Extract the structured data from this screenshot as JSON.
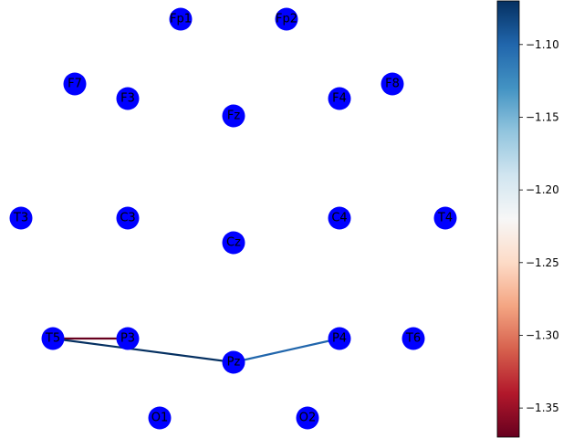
{
  "graph": {
    "node_color": "#0000ff",
    "nodes": [
      {
        "id": "Fp1",
        "label": "Fp1"
      },
      {
        "id": "Fp2",
        "label": "Fp2"
      },
      {
        "id": "F7",
        "label": "F7"
      },
      {
        "id": "F3",
        "label": "F3"
      },
      {
        "id": "Fz",
        "label": "Fz"
      },
      {
        "id": "F4",
        "label": "F4"
      },
      {
        "id": "F8",
        "label": "F8"
      },
      {
        "id": "T3",
        "label": "T3"
      },
      {
        "id": "C3",
        "label": "C3"
      },
      {
        "id": "Cz",
        "label": "Cz"
      },
      {
        "id": "C4",
        "label": "C4"
      },
      {
        "id": "T4",
        "label": "T4"
      },
      {
        "id": "T5",
        "label": "T5"
      },
      {
        "id": "P3",
        "label": "P3"
      },
      {
        "id": "Pz",
        "label": "Pz"
      },
      {
        "id": "P4",
        "label": "P4"
      },
      {
        "id": "T6",
        "label": "T6"
      },
      {
        "id": "O1",
        "label": "O1"
      },
      {
        "id": "O2",
        "label": "O2"
      }
    ],
    "edges": [
      {
        "source": "T5",
        "target": "P3",
        "value": -1.37
      },
      {
        "source": "T5",
        "target": "Pz",
        "value": -1.07
      },
      {
        "source": "Pz",
        "target": "P4",
        "value": -1.1
      }
    ]
  },
  "colorbar": {
    "colormap": "RdBu",
    "min": -1.37,
    "max": -1.07,
    "ticks": [
      "−1.10",
      "−1.15",
      "−1.20",
      "−1.25",
      "−1.30",
      "−1.35"
    ],
    "tick_values": [
      -1.1,
      -1.15,
      -1.2,
      -1.25,
      -1.3,
      -1.35
    ]
  }
}
